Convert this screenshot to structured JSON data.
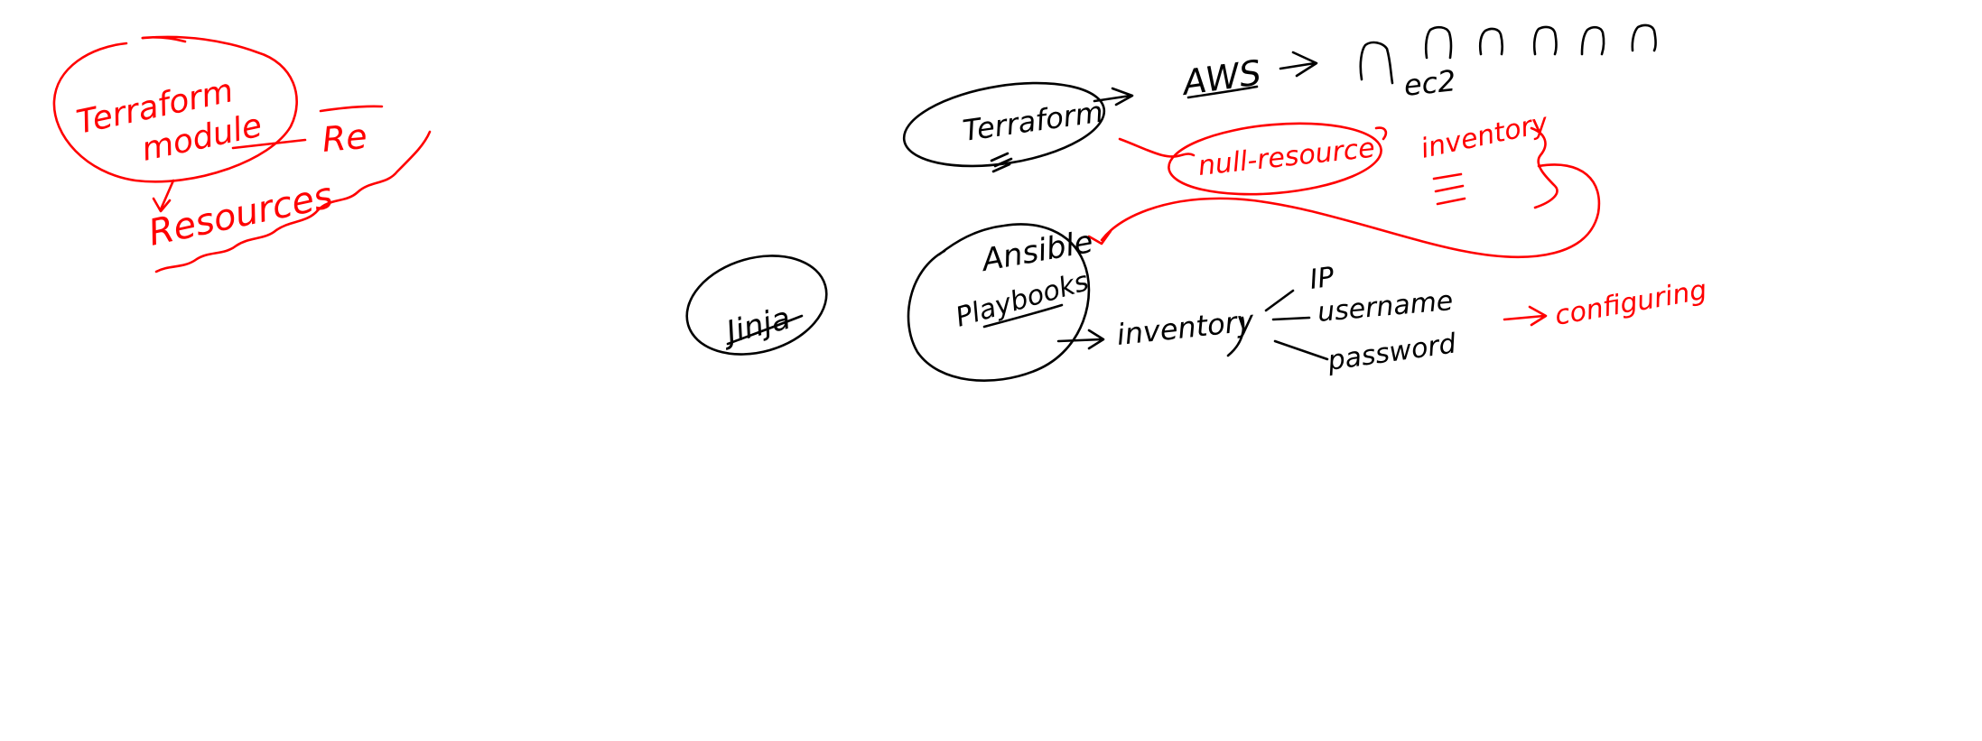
{
  "colors": {
    "background": "#ffffff",
    "black_ink": "#000000",
    "red_ink": "#ff0000"
  },
  "notes": {
    "terraform_module": {
      "line1": "Terraform",
      "line2": "module"
    },
    "resources": "Resources",
    "re": "Re",
    "jinja": "Jinja",
    "terraform": "Terraform",
    "aws": "AWS",
    "ec2": "ec2",
    "null_resource": "null-resource",
    "inventory_red": "inventory",
    "ansible": "Ansible",
    "playbooks": "Playbooks",
    "inventory": "inventory",
    "ip": "IP",
    "username": "username",
    "password": "password",
    "configuring": "configuring"
  }
}
